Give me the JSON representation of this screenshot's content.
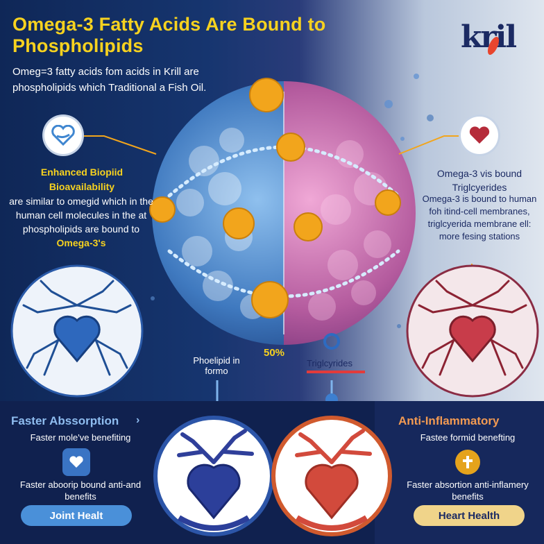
{
  "title": "Omega-3 Fatty Acids Are Bound to Phospholipids",
  "intro": "Omeg=3 fatty acids fom acids in Krill are phospholipids which Traditional a Fish Oil.",
  "brand": "kril",
  "left_panel": {
    "heading": "Enhanced Biopiid Bioavailability",
    "body": "are similar to omegid which in the human cell molecules in the at phospholipids are bound to",
    "highlight": "Omega-3's"
  },
  "right_panel": {
    "heading": "Omega-3 vis bound Triglcyerides",
    "body": "Omega-3 is bound to human foh itind-cell membranes, triglcyerida membrane ell: more fesing stations"
  },
  "center": {
    "phospholipid_label": "Phoelipid in formo",
    "percent": "50%",
    "triglyceride_label": "Triglcyrides"
  },
  "bottom_left": {
    "title": "Faster Abssorption",
    "subtitle": "Faster mole've benefiting",
    "text": "Faster aboorip bound anti-and benefits",
    "pill": "Joint Healt"
  },
  "bottom_right": {
    "title": "Anti-Inflammatory",
    "subtitle": "Fastee formid benefting",
    "text": "Faster absortion anti-inflamery benefits",
    "pill": "Heart Health"
  },
  "colors": {
    "yellow": "#f7d21f",
    "navy": "#10214f",
    "blue_cell": "#4a86c9",
    "pink_cell": "#b85a9c",
    "orange_ball": "#f2a51c",
    "red_heart": "#d24a3c"
  },
  "icons": [
    "heart-shield-icon",
    "heart-icon",
    "cross-icon",
    "blue-heart-icon",
    "red-heart-icon"
  ]
}
